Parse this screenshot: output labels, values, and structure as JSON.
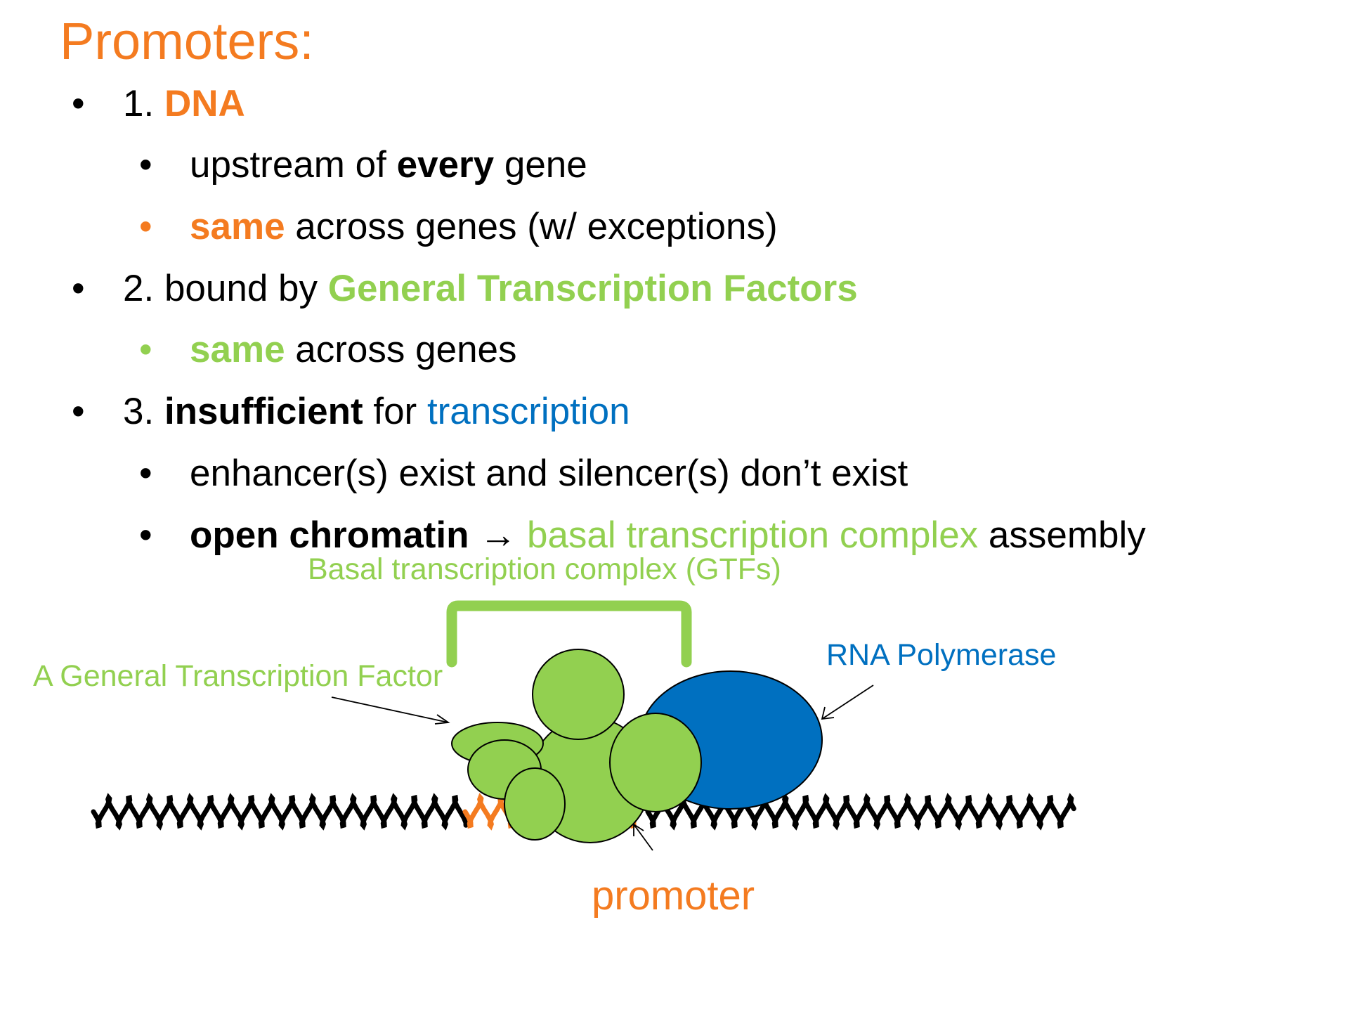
{
  "slide": {
    "title": "Promoters:",
    "bullet_char": "•",
    "items": [
      {
        "level": 1,
        "prefix": "1. ",
        "parts": [
          {
            "t": "DNA",
            "c": "orange",
            "b": true
          }
        ]
      },
      {
        "level": 2,
        "bullet_color": "black",
        "parts": [
          {
            "t": "upstream of "
          },
          {
            "t": "every",
            "b": true
          },
          {
            "t": " gene"
          }
        ]
      },
      {
        "level": 2,
        "bullet_color": "orange",
        "parts": [
          {
            "t": "same",
            "c": "orange",
            "b": true
          },
          {
            "t": " across genes (w/ exceptions)"
          }
        ]
      },
      {
        "level": 1,
        "prefix": "2. ",
        "parts": [
          {
            "t": "bound by "
          },
          {
            "t": "General Transcription Factors",
            "c": "green",
            "b": true
          }
        ]
      },
      {
        "level": 2,
        "bullet_color": "green",
        "parts": [
          {
            "t": "same",
            "c": "green",
            "b": true
          },
          {
            "t": " across genes"
          }
        ]
      },
      {
        "level": 1,
        "prefix": "3. ",
        "parts": [
          {
            "t": "insufficient",
            "b": true
          },
          {
            "t": " for "
          },
          {
            "t": "transcription",
            "c": "blue"
          }
        ]
      },
      {
        "level": 2,
        "bullet_color": "black",
        "parts": [
          {
            "t": "enhancer(s) exist and silencer(s) don’t exist"
          }
        ]
      },
      {
        "level": 2,
        "bullet_color": "black",
        "parts": [
          {
            "t": "open chromatin",
            "b": true
          },
          {
            "t": " → "
          },
          {
            "t": "basal transcription complex",
            "c": "green"
          },
          {
            "t": " assembly"
          }
        ]
      }
    ]
  },
  "diagram": {
    "label_basal_complex": "Basal transcription complex (GTFs)",
    "label_gtf": "A General Transcription Factor",
    "label_rna_pol": "RNA Polymerase",
    "label_promoter": "promoter"
  },
  "colors": {
    "orange": "#f47b20",
    "green": "#92d050",
    "blue": "#0070c0",
    "black": "#000000"
  }
}
